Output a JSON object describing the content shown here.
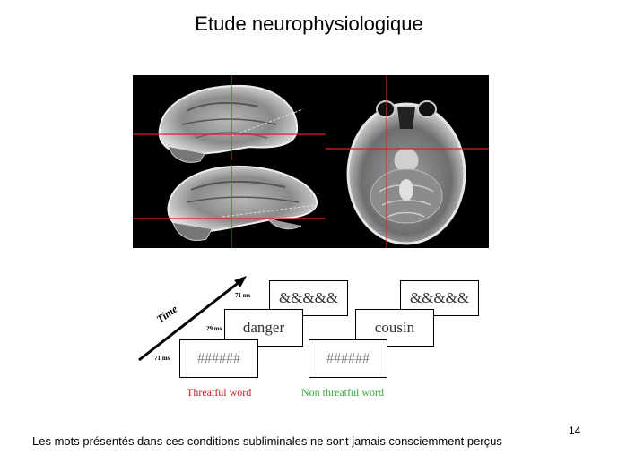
{
  "slide": {
    "title": "Etude neurophysiologique",
    "footer": "Les mots présentés dans ces conditions subliminales ne sont jamais consciemment perçus",
    "page_number": "14"
  },
  "diagram": {
    "time_label": "Time",
    "timings": {
      "mask_after": "71 ms",
      "word": "29 ms",
      "mask_before": "71 ms"
    },
    "threat": {
      "caption": "Threatful word",
      "caption_color": "#c0242a",
      "mask_top": "&&&&&",
      "word": "danger",
      "mask_bottom": "######"
    },
    "non_threat": {
      "caption": "Non threatful word",
      "caption_color": "#3aa83a",
      "mask_top": "&&&&&",
      "word": "cousin",
      "mask_bottom": "######"
    }
  },
  "colors": {
    "crosshair": "#e02020",
    "background": "#ffffff",
    "scan_background": "#000000"
  }
}
